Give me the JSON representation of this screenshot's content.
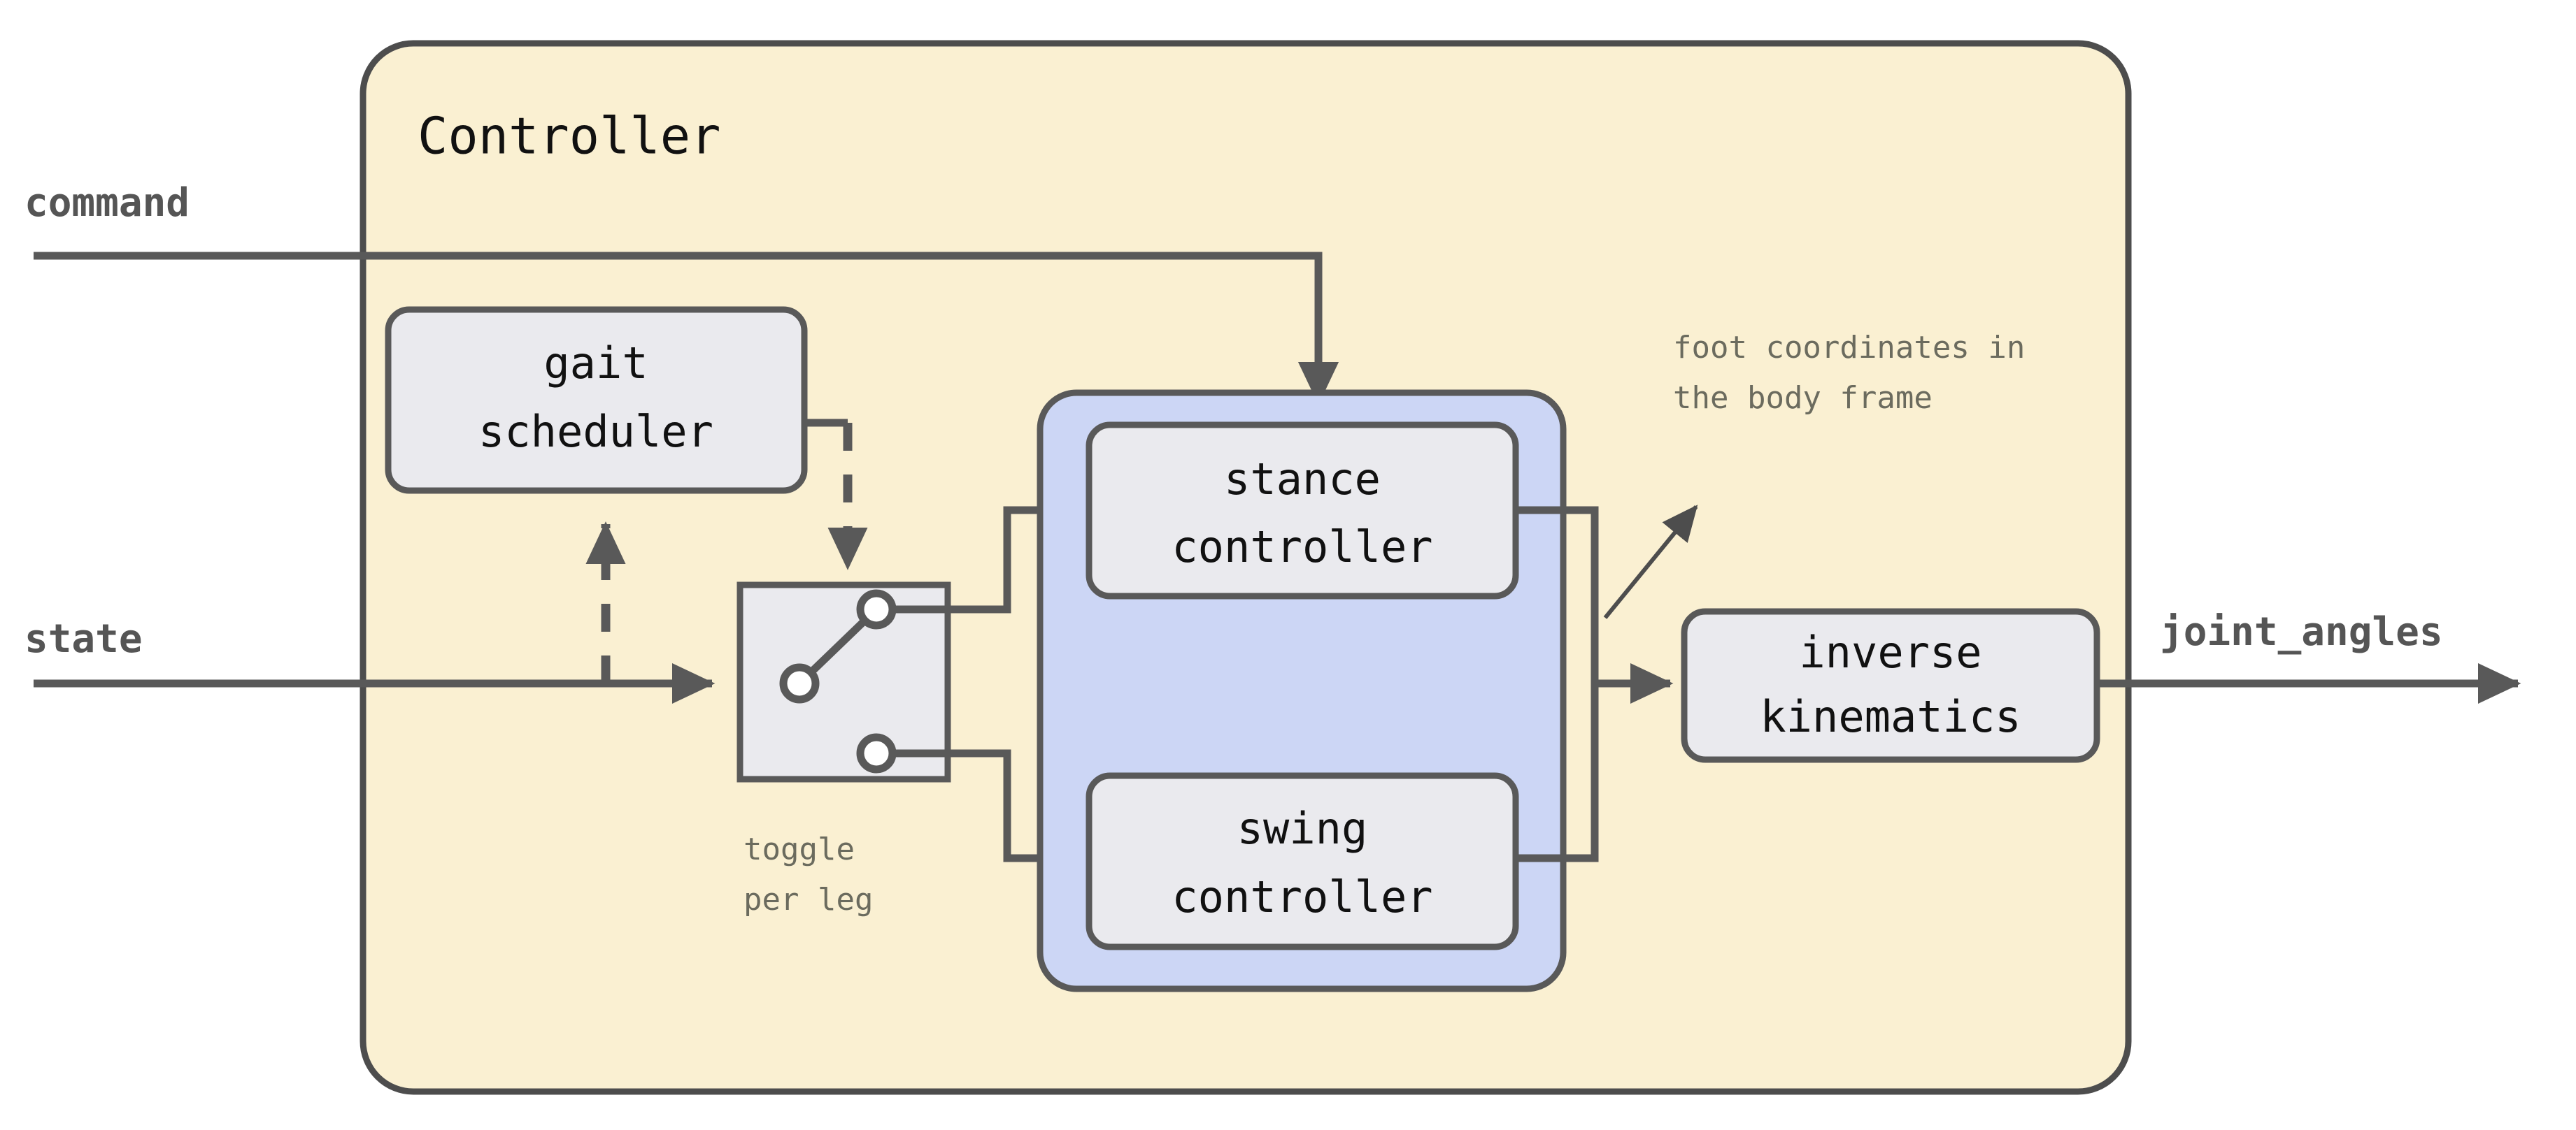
{
  "diagram": {
    "title": "Controller",
    "groups": [
      {
        "id": "controller",
        "label": "Controller",
        "fill": "#faf0d2",
        "stroke": "#4d4d4d"
      },
      {
        "id": "leg-controllers",
        "label": "",
        "fill": "#ccd6f5",
        "stroke": "#595959"
      }
    ],
    "blocks": [
      {
        "id": "gait-scheduler",
        "line1": "gait",
        "line2": "scheduler"
      },
      {
        "id": "stance-controller",
        "line1": "stance",
        "line2": "controller"
      },
      {
        "id": "swing-controller",
        "line1": "swing",
        "line2": "controller"
      },
      {
        "id": "inverse-kinematics",
        "line1": "inverse",
        "line2": "kinematics"
      }
    ],
    "io": {
      "command": "command",
      "state": "state",
      "joint_angles": "joint_angles"
    },
    "annotations": {
      "toggle_line1": "toggle",
      "toggle_line2": "per leg",
      "foot_coords_line1": "foot coordinates in",
      "foot_coords_line2": "the body frame"
    },
    "colors": {
      "controller_fill": "#faf0d2",
      "leg_group_fill": "#ccd6f5",
      "block_fill": "#eaeaee",
      "wire": "#595959",
      "note_text": "#6b6b5e",
      "io_text": "#555555",
      "block_text": "#111111",
      "background": "#ffffff"
    }
  }
}
